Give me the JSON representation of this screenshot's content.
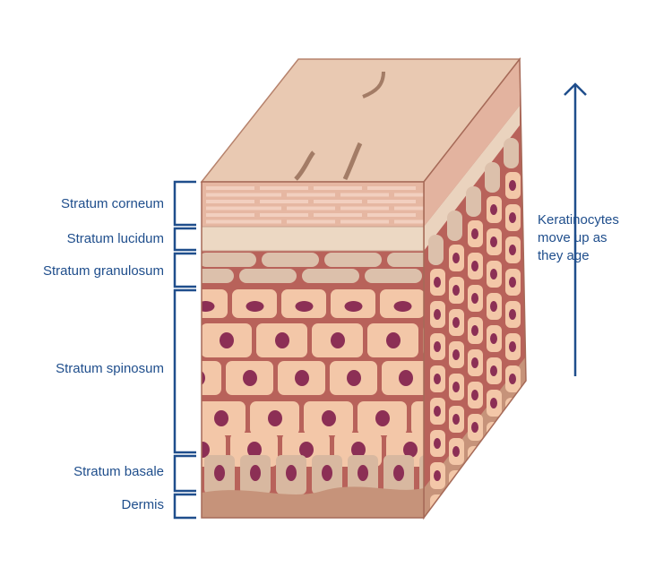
{
  "layers": [
    {
      "label": "Stratum corneum"
    },
    {
      "label": "Stratum lucidum"
    },
    {
      "label": "Stratum granulosum"
    },
    {
      "label": "Stratum spinosum"
    },
    {
      "label": "Stratum basale"
    },
    {
      "label": "Dermis"
    }
  ],
  "annotation": {
    "lines": [
      "Keratinocytes",
      "move up as",
      "they age"
    ],
    "arrow_icon": "arrow-up-icon"
  },
  "colors": {
    "label": "#1f4e8c",
    "top_face": "#e9c9b2",
    "corneum": "#e6b7a2",
    "lucidum": "#ecd8c3",
    "matrix": "#b8625a",
    "granular_cell": "#dcc0ab",
    "spinous_cell": "#f3c7a8",
    "nucleus": "#8c2f55",
    "dermis": "#c6937a"
  }
}
